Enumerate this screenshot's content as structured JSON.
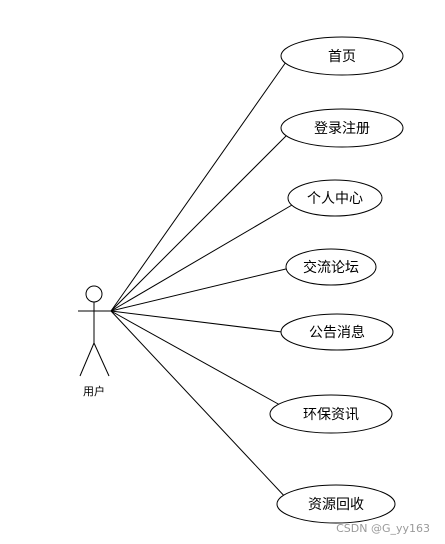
{
  "actor": {
    "label": "用户"
  },
  "use_cases": [
    {
      "label": "首页"
    },
    {
      "label": "登录注册"
    },
    {
      "label": "个人中心"
    },
    {
      "label": "交流论坛"
    },
    {
      "label": "公告消息"
    },
    {
      "label": "环保资讯"
    },
    {
      "label": "资源回收"
    }
  ],
  "watermark": "CSDN @G_yy163",
  "colors": {
    "stroke": "#000000",
    "background": "#ffffff",
    "watermark": "#9a9a9a"
  }
}
